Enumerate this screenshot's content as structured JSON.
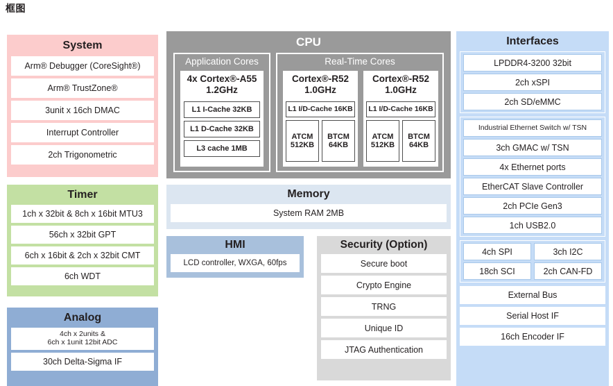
{
  "page": {
    "title": "框图"
  },
  "system": {
    "title": "System",
    "items": [
      "Arm® Debugger (CoreSight®)",
      "Arm® TrustZone®",
      "3unit x 16ch DMAC",
      "Interrupt Controller",
      "2ch Trigonometric"
    ],
    "color": "#fccccc"
  },
  "timer": {
    "title": "Timer",
    "items": [
      "1ch x 32bit & 8ch x 16bit MTU3",
      "56ch x 32bit GPT",
      "6ch x 16bit & 2ch x 32bit CMT",
      "6ch WDT"
    ],
    "color": "#c3e0a3"
  },
  "analog": {
    "title": "Analog",
    "adc_line1": "4ch x 2units &",
    "adc_line2": "6ch x 1unit 12bit ADC",
    "delta_sigma": "30ch Delta-Sigma IF",
    "color": "#8fadd4"
  },
  "cpu": {
    "title": "CPU",
    "color": "#9a9a9a",
    "application_cores": {
      "title": "Application Cores",
      "core": {
        "name_line1": "4x Cortex®-A55",
        "name_line2": "1.2GHz",
        "caches": [
          "L1 I-Cache 32KB",
          "L1 D-Cache 32KB",
          "L3 cache 1MB"
        ]
      }
    },
    "realtime_cores": {
      "title": "Real-Time Cores",
      "cores": [
        {
          "name_line1": "Cortex®-R52",
          "name_line2": "1.0GHz",
          "cache": "L1 I/D-Cache 16KB",
          "tcm": [
            {
              "line1": "ATCM",
              "line2": "512KB"
            },
            {
              "line1": "BTCM",
              "line2": "64KB"
            }
          ]
        },
        {
          "name_line1": "Cortex®-R52",
          "name_line2": "1.0GHz",
          "cache": "L1 I/D-Cache 16KB",
          "tcm": [
            {
              "line1": "ATCM",
              "line2": "512KB"
            },
            {
              "line1": "BTCM",
              "line2": "64KB"
            }
          ]
        }
      ]
    }
  },
  "memory": {
    "title": "Memory",
    "items": [
      "System RAM 2MB"
    ],
    "color": "#dce6f1"
  },
  "hmi": {
    "title": "HMI",
    "items": [
      "LCD controller, WXGA, 60fps"
    ],
    "color": "#a8c0dc"
  },
  "security": {
    "title": "Security (Option)",
    "items": [
      "Secure boot",
      "Crypto Engine",
      "TRNG",
      "Unique ID",
      "JTAG Authentication"
    ],
    "color": "#d9d9d9"
  },
  "interfaces": {
    "title": "Interfaces",
    "color": "#c5dcf7",
    "group_memory_if": [
      "LPDDR4-3200 32bit",
      "2ch xSPI",
      "2ch SD/eMMC"
    ],
    "group_network": [
      "Industrial Ethernet Switch w/ TSN",
      "3ch GMAC w/ TSN",
      "4x Ethernet ports",
      "EtherCAT Slave Controller",
      "2ch PCIe Gen3",
      "1ch USB2.0"
    ],
    "group_serial_grid": [
      [
        "4ch SPI",
        "3ch I2C"
      ],
      [
        "18ch SCI",
        "2ch CAN-FD"
      ]
    ],
    "group_bus": [
      "External Bus",
      "Serial Host IF",
      "16ch Encoder IF"
    ]
  }
}
